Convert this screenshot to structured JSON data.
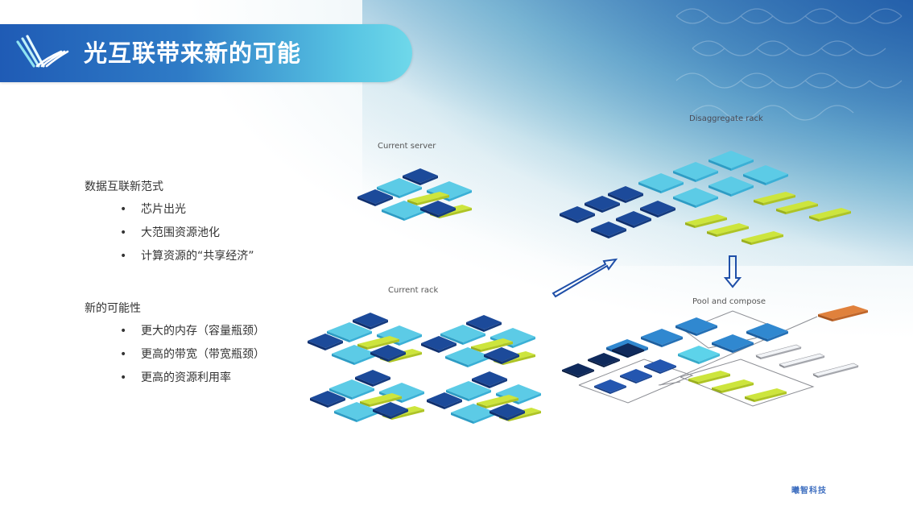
{
  "slide": {
    "title": "光互联带来新的可能",
    "footer_brand": "曦智科技",
    "colors": {
      "title_bar_start": "#1f5bb5",
      "title_bar_end": "#6fd8ea",
      "tile_dark_blue": "#1c4a9a",
      "tile_cyan": "#4fc6e4",
      "tile_yellow": "#c9e33a",
      "tile_mid_blue": "#2f85cf",
      "tile_navy": "#0f2a5c",
      "tile_orange": "#e07f3a",
      "tile_gray": "#eceef2",
      "arrow": "#1f4fa8"
    }
  },
  "sections": [
    {
      "heading": "数据互联新范式",
      "bullets": [
        "芯片出光",
        "大范围资源池化",
        "计算资源的“共享经济”"
      ]
    },
    {
      "heading": "新的可能性",
      "bullets": [
        "更大的内存（容量瓶颈）",
        "更高的带宽（带宽瓶颈）",
        "更高的资源利用率"
      ]
    }
  ],
  "diagrams": {
    "current_server": {
      "label": "Current server"
    },
    "current_rack": {
      "label": "Current rack"
    },
    "disaggregate_rack": {
      "label": "Disaggregate rack"
    },
    "pool_and_compose": {
      "label": "Pool and compose"
    }
  }
}
